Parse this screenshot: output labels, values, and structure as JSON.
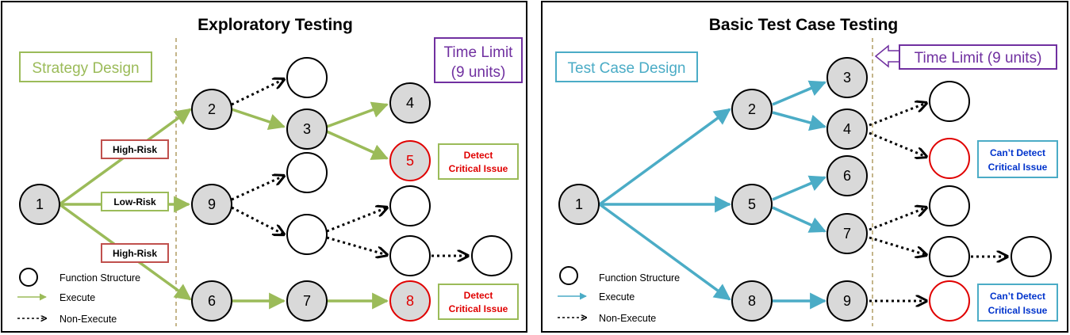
{
  "colors": {
    "green": "#9bbb59",
    "blue": "#4bacc6",
    "purple": "#7030a0",
    "red": "#e00000",
    "dark_red": "#c0504d",
    "dark_blue": "#0033cc",
    "node_fill": "#d9d9d9",
    "divider": "#c4b58a"
  },
  "left": {
    "title": "Exploratory Testing",
    "strategy_label": "Strategy Design",
    "time_limit_line1": "Time Limit",
    "time_limit_line2": "(9 units)",
    "tags": {
      "high_risk_top": "High-Risk",
      "low_risk": "Low-Risk",
      "high_risk_bottom": "High-Risk"
    },
    "nodes": {
      "n1": "1",
      "n2": "2",
      "n3": "3",
      "n4": "4",
      "n5": "5",
      "n6": "6",
      "n7": "7",
      "n8": "8",
      "n9": "9"
    },
    "issue_top": {
      "line1": "Detect",
      "line2": "Critical Issue"
    },
    "issue_bottom": {
      "line1": "Detect",
      "line2": "Critical Issue"
    },
    "legend": {
      "structure": "Function Structure",
      "execute": "Execute",
      "non_execute": "Non-Execute"
    }
  },
  "right": {
    "title": "Basic Test Case Testing",
    "design_label": "Test Case Design",
    "time_limit": "Time Limit (9 units)",
    "nodes": {
      "n1": "1",
      "n2": "2",
      "n3": "3",
      "n4": "4",
      "n5": "5",
      "n6": "6",
      "n7": "7",
      "n8": "8",
      "n9": "9"
    },
    "issue_top": {
      "line1": "Can’t Detect",
      "line2": "Critical Issue"
    },
    "issue_bottom": {
      "line1": "Can’t Detect",
      "line2": "Critical Issue"
    },
    "legend": {
      "structure": "Function Structure",
      "execute": "Execute",
      "non_execute": "Non-Execute"
    }
  }
}
